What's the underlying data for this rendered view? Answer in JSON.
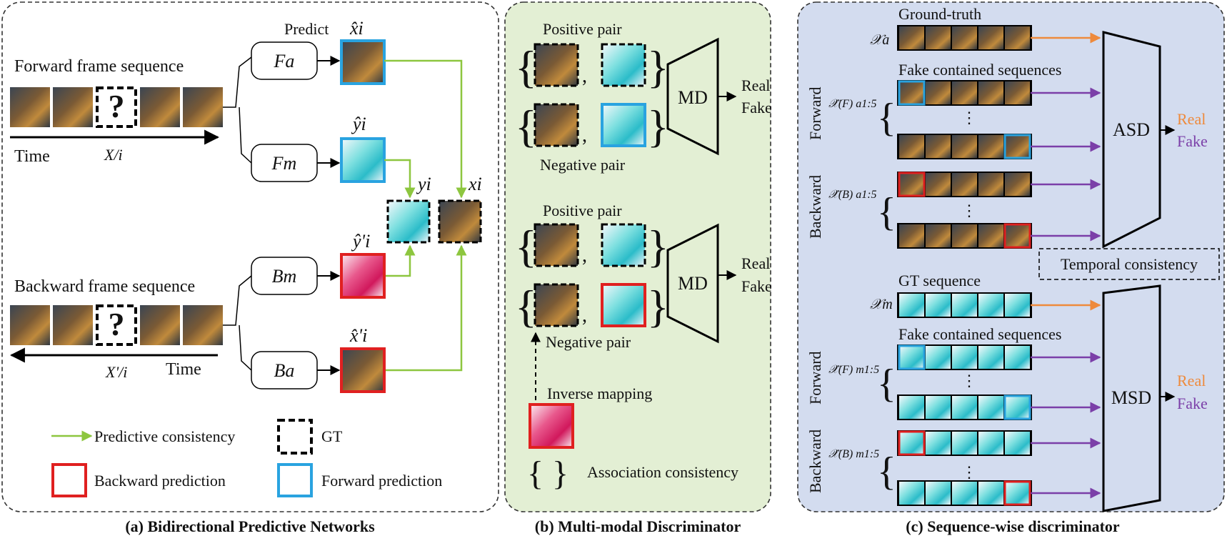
{
  "panel_a": {
    "caption": "(a) Bidirectional Predictive Networks",
    "forward_label": "Forward frame sequence",
    "backward_label": "Backward frame sequence",
    "time_label": "Time",
    "predict_label": "Predict",
    "x_input": "X/i",
    "x_input_backward": "X'/i",
    "question_mark": "?",
    "nodes": {
      "fa": "Fa",
      "fm": "Fm",
      "bm": "Bm",
      "ba": "Ba"
    },
    "outputs": {
      "x_hat": "x̂i",
      "y_hat": "ŷi",
      "y_hat_prime": "ŷ'i",
      "x_hat_prime": "x̂'i",
      "y": "yi",
      "x": "xi"
    },
    "legend": {
      "predictive": "Predictive consistency",
      "gt": "GT",
      "backward": "Backward prediction",
      "forward": "Forward prediction"
    }
  },
  "panel_b": {
    "caption": "(b) Multi-modal Discriminator",
    "positive_pair": "Positive pair",
    "negative_pair": "Negative pair",
    "md": "MD",
    "real": "Real",
    "fake": "Fake",
    "inverse_mapping": "Inverse mapping",
    "association": "Association consistency"
  },
  "panel_c": {
    "caption": "(c) Sequence-wise discriminator",
    "ground_truth": "Ground-truth",
    "fake_contained": "Fake contained sequences",
    "gt_sequence": "GT sequence",
    "temporal": "Temporal consistency",
    "forward": "Forward",
    "backward": "Backward",
    "asd": "ASD",
    "msd": "MSD",
    "real": "Real",
    "fake": "Fake",
    "xa": "𝒳a",
    "xm": "𝒳m",
    "xa_f": "𝒳̂(F) a1:5",
    "xa_b": "𝒳̂(B) a1:5",
    "xm_f": "𝒳̂(F) m1:5",
    "xm_b": "𝒳̂(B) m1:5"
  },
  "colors": {
    "panel_a_bg": "#ffffff",
    "panel_b_bg": "#e3efd4",
    "panel_c_bg": "#d3dcef",
    "green_arrow": "#8dc63f",
    "orange_arrow": "#ee8a3c",
    "purple_arrow": "#7b3fa8",
    "forward_box": "#29a3e0",
    "backward_box": "#e02020",
    "real_orange": "#ee8a3c",
    "fake_purple": "#7b3fa8"
  }
}
